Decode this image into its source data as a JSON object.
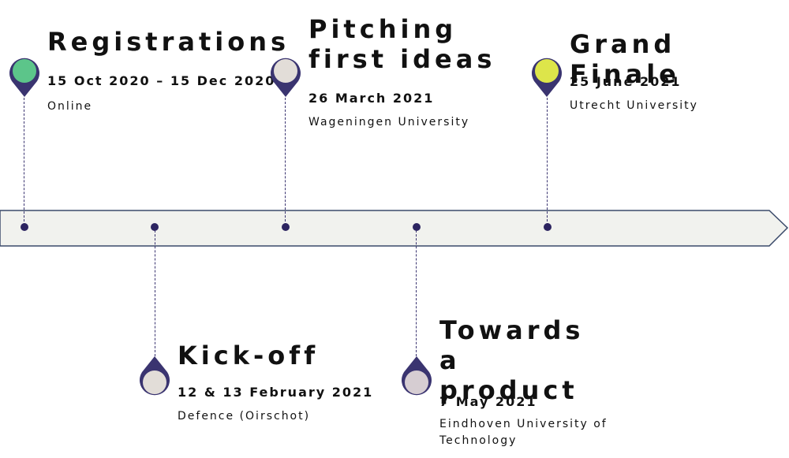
{
  "timeline": {
    "events": [
      {
        "title": "Registrations",
        "date": "15 Oct 2020 – 15 Dec 2020",
        "place": "Online",
        "pin_color": "#5cc58a"
      },
      {
        "title": "Kick-off",
        "date": "12 & 13 February 2021",
        "place": "Defence (Oirschot)",
        "pin_color": "#e2ddd8"
      },
      {
        "title": "Pitching first ideas",
        "date": "26 March 2021",
        "place": "Wageningen University",
        "pin_color": "#e2ddd8"
      },
      {
        "title": "Towards a product",
        "date": "7 May 2021",
        "place": "Eindhoven University of Technology",
        "pin_color": "#d6cdd2"
      },
      {
        "title": "Grand Finale",
        "date": "25 June 2021",
        "place": "Utrecht University",
        "pin_color": "#dde54a"
      }
    ],
    "colors": {
      "pin_outline": "#3a3470",
      "bar_fill": "#f1f2ee",
      "bar_stroke": "#3a4a6a",
      "dot": "#2c2460"
    }
  }
}
